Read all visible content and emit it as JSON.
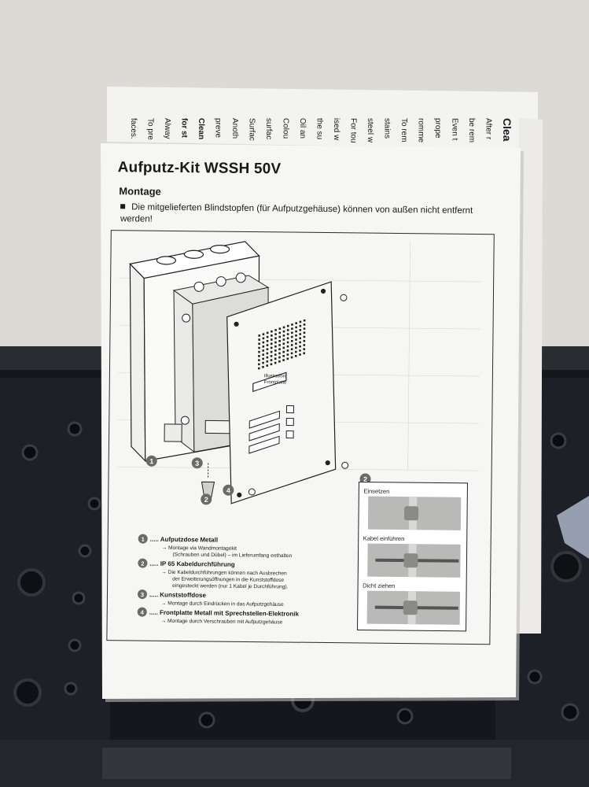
{
  "document": {
    "title": "Aufputz-Kit WSSH 50V",
    "section": "Montage",
    "note": "Die mitgelieferten Blindstopfen (für Aufputzgehäuse) können von außen nicht entfernt werden!",
    "illustration_label": "Illustration Frontplatte",
    "inset": {
      "number": "2",
      "steps": [
        "Einsetzen",
        "Kabel einführen",
        "Dicht ziehen"
      ]
    },
    "legend": [
      {
        "num": "1",
        "title": "..... Aufputzdose Metall",
        "details": [
          "Montage via Wandmontagekit",
          "(Schrauben und Dübel) – im Lieferumfang enthalten"
        ]
      },
      {
        "num": "2",
        "title": ".....  IP 65 Kabeldurchführung",
        "details": [
          "Die Kabeldurchführungen können nach Ausbrechen",
          "der Erweiterungsöffnungen in die Kunststoffdose",
          "eingesteckt werden (nur 1 Kabel je Durchführung)."
        ]
      },
      {
        "num": "3",
        "title": "..... Kunststoffdose",
        "details": [
          "Montage durch Eindrücken in das Aufputzgehäuse"
        ]
      },
      {
        "num": "4",
        "title": "..... Frontplatte Metall mit Sprechstellen-Elektronik",
        "details": [
          "Montage durch Verschrauben mit Aufputzgehäuse"
        ]
      }
    ]
  },
  "back_sheet": {
    "lines": [
      "Clea",
      "After r",
      "be rem",
      "Even t",
      "prope",
      "romme",
      "To rem",
      "stains",
      "steel w",
      "For tou",
      "ised w",
      "the su",
      "Oil an",
      "Colou",
      "surfac",
      "Surfac",
      "Anoth",
      "preve",
      "Clean",
      "for st",
      "Alway",
      "To pre",
      "faces."
    ]
  }
}
